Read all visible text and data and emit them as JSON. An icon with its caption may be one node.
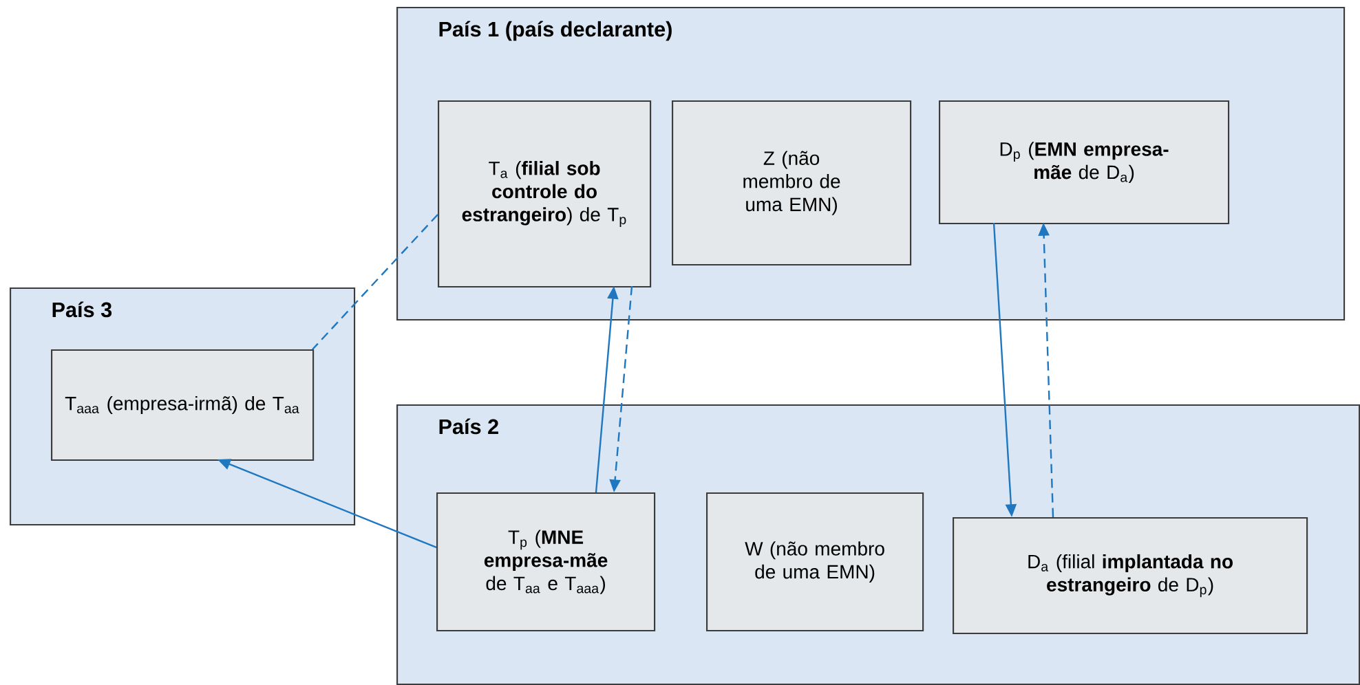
{
  "diagram": {
    "nodes": [
      {
        "text": [
          "País 1 (país declarante)"
        ]
      },
      {
        "text": [
          "T$_{a}$ (**filial sob controle do estrangeiro**) de T$_{p}$"
        ],
        "in": 0
      },
      {
        "text": [
          "Z (não membro de uma EMN)"
        ],
        "in": 0
      },
      {
        "text": [
          "D$_{p}$ (**EMN empresa-mãe** de D$_{a}$)"
        ],
        "in": 0
      },
      {
        "text": [
          "País 3"
        ]
      },
      {
        "text": [
          "T$_{aaa}$ (empresa-irmã) de T$_{aa}$"
        ],
        "in": 4
      },
      {
        "text": [
          "País 2"
        ]
      },
      {
        "text": [
          "T$_{p}$ (**MNE empresa-mãe** de T$_{aa}$ e T$_{aaa}$)"
        ],
        "in": 6
      },
      {
        "text": [
          "W (não membro de uma EMN)"
        ],
        "in": 6
      },
      {
        "text": [
          "D$_{a}$ (filial **implantada no estrangeiro** de D$_{p}$)"
        ],
        "in": 6
      }
    ],
    "edges": [
      {
        "from": 7,
        "to": 1,
        "arrow": "to"
      },
      {
        "from": 1,
        "to": 7,
        "arrow": "to",
        "style": "dashed"
      },
      {
        "from": 7,
        "to": 5,
        "arrow": "to"
      },
      {
        "from": 1,
        "to": 5,
        "arrow": "none",
        "style": "dashed"
      },
      {
        "from": 3,
        "to": 9,
        "arrow": "to"
      },
      {
        "from": 9,
        "to": 3,
        "arrow": "to",
        "style": "dashed"
      }
    ]
  }
}
